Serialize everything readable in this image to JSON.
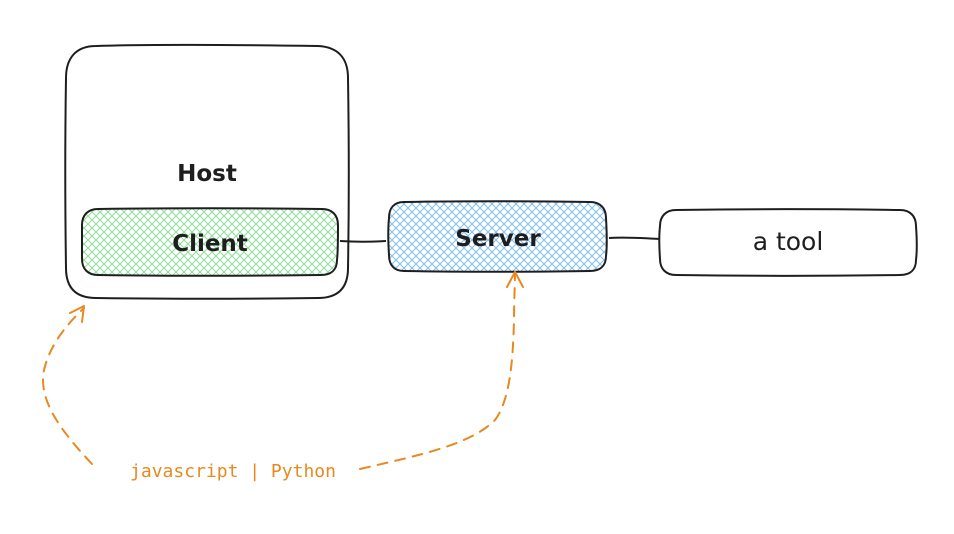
{
  "diagram": {
    "host": {
      "label": "Host"
    },
    "client": {
      "label": "Client",
      "fill_color": "#b2f2bb"
    },
    "server": {
      "label": "Server",
      "fill_color": "#a5d8ff"
    },
    "tool": {
      "label": "a tool"
    },
    "annotation": {
      "text": "javascript | Python",
      "color": "#e8891f"
    },
    "stroke_color": "#1e1e1e"
  }
}
